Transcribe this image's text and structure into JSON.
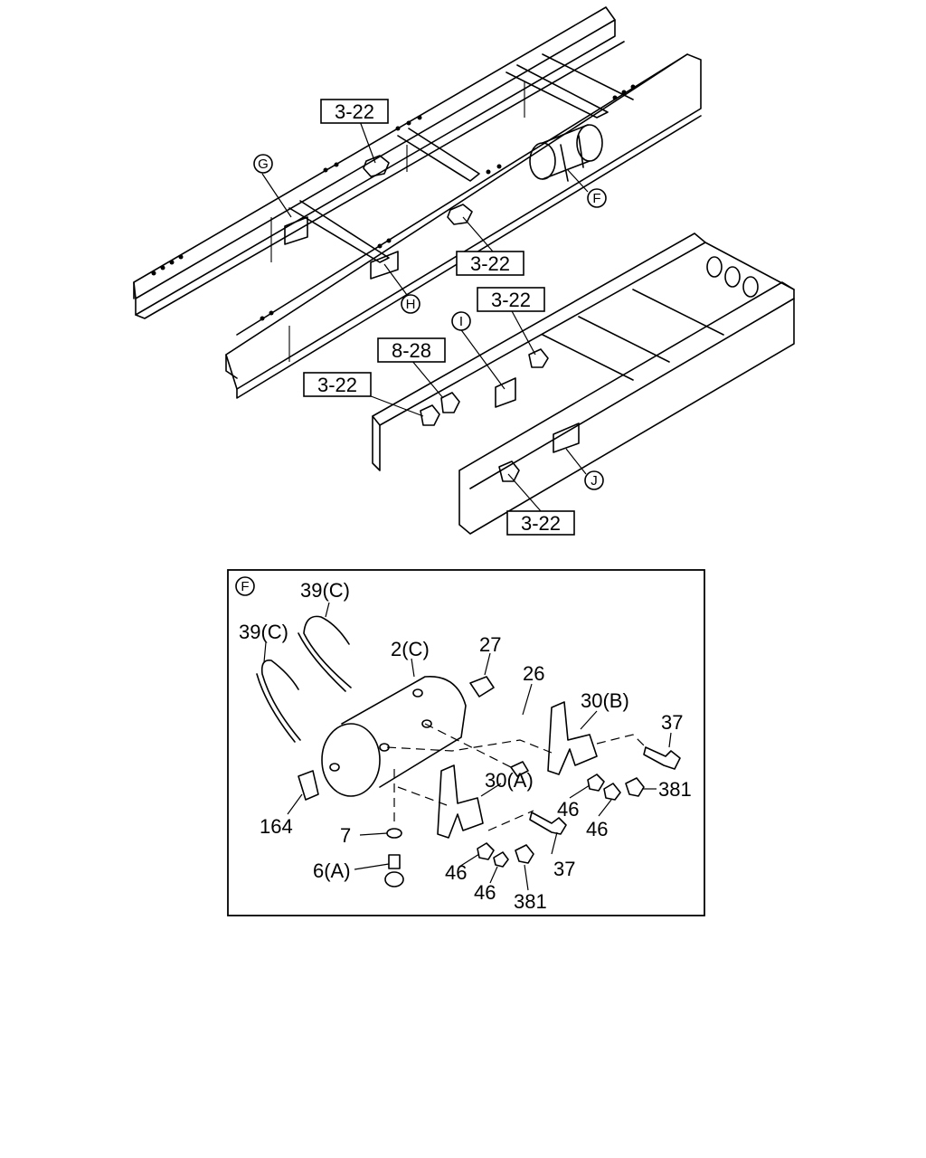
{
  "top_view": {
    "ref_tags": [
      "3-22",
      "3-22",
      "3-22",
      "8-28",
      "3-22",
      "3-22"
    ],
    "callouts": [
      "G",
      "F",
      "H",
      "I",
      "J"
    ]
  },
  "detail_view": {
    "callout": "F",
    "parts": [
      {
        "label": "39(C)"
      },
      {
        "label": "39(C)"
      },
      {
        "label": "2(C)"
      },
      {
        "label": "27"
      },
      {
        "label": "26"
      },
      {
        "label": "30(B)"
      },
      {
        "label": "37"
      },
      {
        "label": "381"
      },
      {
        "label": "46"
      },
      {
        "label": "46"
      },
      {
        "label": "30(A)"
      },
      {
        "label": "164"
      },
      {
        "label": "7"
      },
      {
        "label": "6(A)"
      },
      {
        "label": "46"
      },
      {
        "label": "46"
      },
      {
        "label": "37"
      },
      {
        "label": "381"
      }
    ]
  }
}
